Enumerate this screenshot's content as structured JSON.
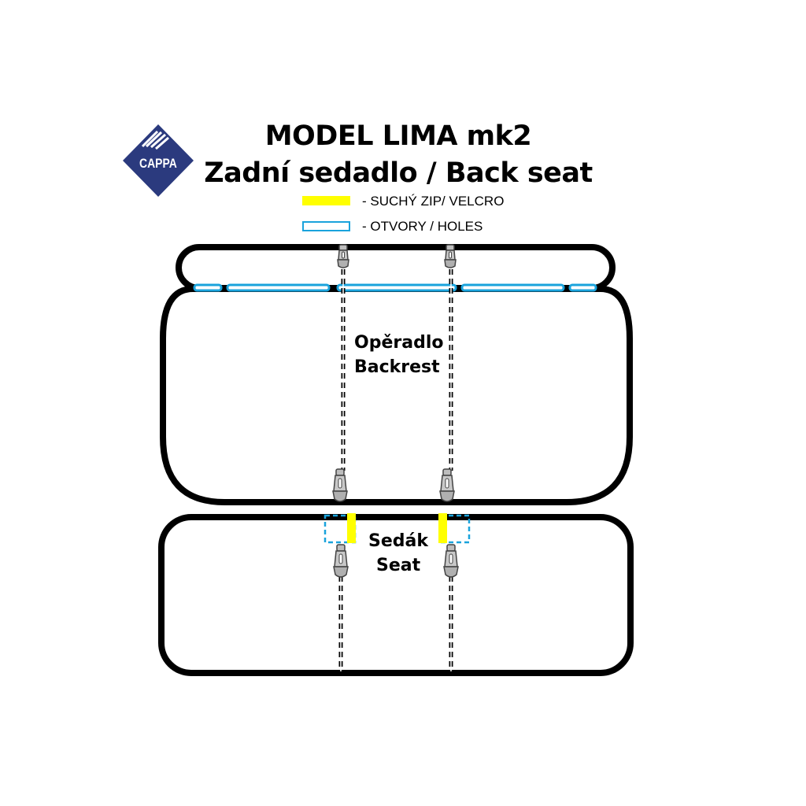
{
  "title": {
    "line1": "MODEL LIMA mk2",
    "line2": "Zadní sedadlo / Back seat"
  },
  "logo": {
    "text": "CAPPA",
    "color": "#2b3a7e"
  },
  "legend": {
    "velcro": {
      "label": "- SUCHÝ ZIP/ VELCRO",
      "color": "#ffff00"
    },
    "holes": {
      "label": "- OTVORY / HOLES",
      "color": "#1aa3dc"
    }
  },
  "parts": {
    "backrest": {
      "line1": "Opěradlo",
      "line2": "Backrest"
    },
    "seat": {
      "line1": "Sedák",
      "line2": "Seat"
    }
  }
}
